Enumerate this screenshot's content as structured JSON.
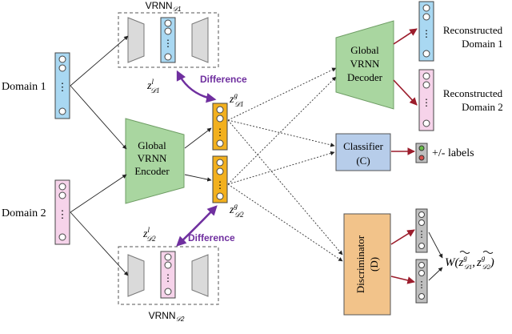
{
  "colors": {
    "blue": "#a9d8f2",
    "pink": "#f6d3ea",
    "green": "#a9d6a0",
    "orange": "#f2c38a",
    "yellow": "#f2b01e",
    "classifier": "#b7cdea",
    "purple": "#6f2f9f",
    "dark_red": "#9c1d2c",
    "gray_trap": "#dadada",
    "gray_vec": "#bfbfbf",
    "dot_green": "#6abf4b",
    "dot_red": "#d9534f"
  },
  "labels": {
    "vrnn_d1": "VRNN",
    "vrnn_d1_sub": "𝒟1",
    "vrnn_d2": "VRNN",
    "vrnn_d2_sub": "𝒟2",
    "domain1": "Domain 1",
    "domain2": "Domain 2",
    "global_encoder": [
      "Global",
      "VRNN",
      "Encoder"
    ],
    "global_decoder": [
      "Global",
      "VRNN",
      "Decoder"
    ],
    "classifier": [
      "Classifier",
      "(C)"
    ],
    "discriminator": "Discriminator",
    "discriminator_sub": "(D)",
    "difference_top": "Difference",
    "difference_bottom": "Difference",
    "reconstructed_d1": [
      "Reconstructed",
      "Domain 1"
    ],
    "reconstructed_d2": [
      "Reconstructed",
      "Domain 2"
    ],
    "plus_minus_labels": "+/- labels",
    "z_l": "z",
    "z_g": "z",
    "sup_l": "l",
    "sup_g": "g",
    "sub_d1": "𝒟1",
    "sub_d2": "𝒟2",
    "wasserstein": "W(z",
    "wasserstein_tail": ")"
  },
  "icons": {
    "vector": "vertical-vector-icon",
    "dots": "vertical-ellipsis-icon"
  }
}
